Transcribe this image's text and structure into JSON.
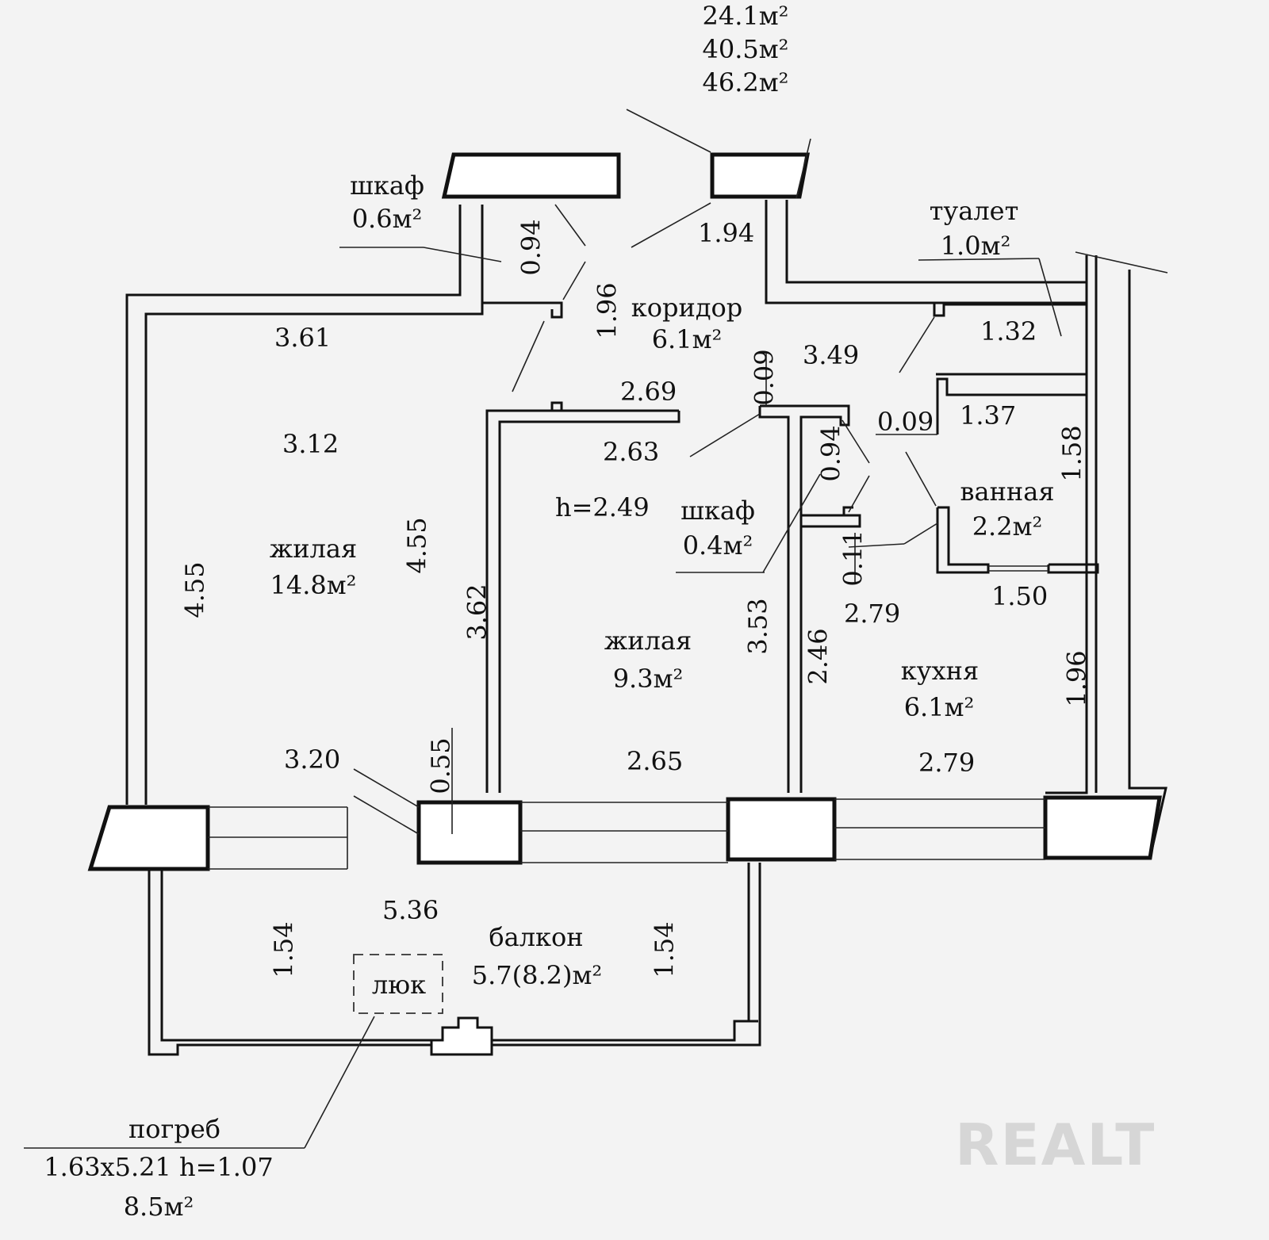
{
  "totals": [
    "24.1м²",
    "40.5м²",
    "46.2м²"
  ],
  "rooms": {
    "closet1": {
      "name": "шкаф",
      "area": "0.6м²"
    },
    "corridor": {
      "name": "коридор",
      "area": "6.1м²"
    },
    "toilet": {
      "name": "туалет",
      "area": "1.0м²"
    },
    "living1": {
      "name": "жилая",
      "area": "14.8м²"
    },
    "living2": {
      "name": "жилая",
      "area": "9.3м²"
    },
    "closet2": {
      "name": "шкаф",
      "area": "0.4м²"
    },
    "bath": {
      "name": "ванная",
      "area": "2.2м²"
    },
    "kitchen": {
      "name": "кухня",
      "area": "6.1м²"
    },
    "balcony": {
      "name": "балкон",
      "area": "5.7(8.2)м²"
    }
  },
  "ceiling_height": "h=2.49",
  "hatch": "люк",
  "cellar": {
    "name": "погреб",
    "dims": "1.63x5.21 h=1.07",
    "area": "8.5м²"
  },
  "dims": {
    "d_094_top": "0.94",
    "d_194": "1.94",
    "d_196_cor": "1.96",
    "d_361": "3.61",
    "d_349": "3.49",
    "d_132": "1.32",
    "d_009_a": "0.09",
    "d_269": "2.69",
    "d_009_b": "0.09",
    "d_137": "1.37",
    "d_312": "3.12",
    "d_263": "2.63",
    "d_094_mid": "0.94",
    "d_158": "1.58",
    "d_455_l": "4.55",
    "d_455_r": "4.55",
    "d_011": "0.11",
    "d_362": "3.62",
    "d_150": "1.50",
    "d_353": "3.53",
    "d_246": "2.46",
    "d_279_top": "2.79",
    "d_196_k": "1.96",
    "d_320": "3.20",
    "d_055": "0.55",
    "d_265": "2.65",
    "d_279_bot": "2.79",
    "d_536": "5.36",
    "d_154_l": "1.54",
    "d_154_r": "1.54"
  },
  "watermark": "REALT"
}
